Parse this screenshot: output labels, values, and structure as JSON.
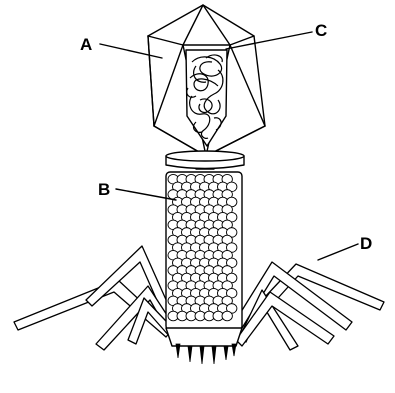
{
  "labels": {
    "A": "A",
    "B": "B",
    "C": "C",
    "D": "D"
  },
  "colors": {
    "line": "#000000",
    "background": "#ffffff"
  }
}
